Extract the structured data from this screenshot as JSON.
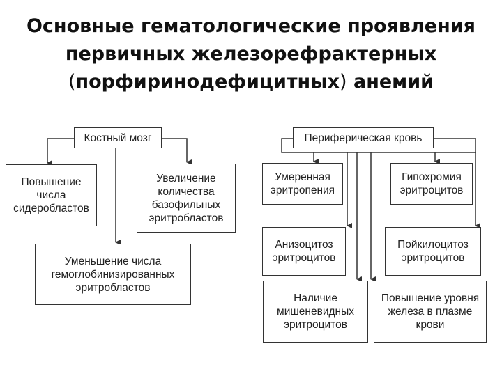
{
  "title": {
    "line1": "Основные гематологические проявления",
    "line2": "первичных железорефрактерных",
    "line3_open": "(",
    "line3_bold": "порфиринодефицитных",
    "line3_close": ")",
    "line3_tail": " анемий"
  },
  "left_tree": {
    "root": "Костный мозг",
    "sideroblasts": "Повышение\nчисла\nсидеробластов",
    "basophilic": "Увеличение\nколичества\nбазофильных\nэритробластов",
    "hemoglobinized": "Уменьшение числа\nгемоглобинизированных\nэритробластов"
  },
  "right_tree": {
    "root": "Периферическая кровь",
    "erythropenia": "Умеренная\nэритропения",
    "hypochromia": "Гипохромия\nэритроцитов",
    "anisocytosis": "Анизоцитоз\nэритроцитов",
    "poikilocytosis": "Пойкилоцитоз\nэритроцитов",
    "target_cells": "Наличие\nмишеневидных\nэритроцитов",
    "serum_iron": "Повышение уровня\nжелеза в плазме\nкрови"
  }
}
